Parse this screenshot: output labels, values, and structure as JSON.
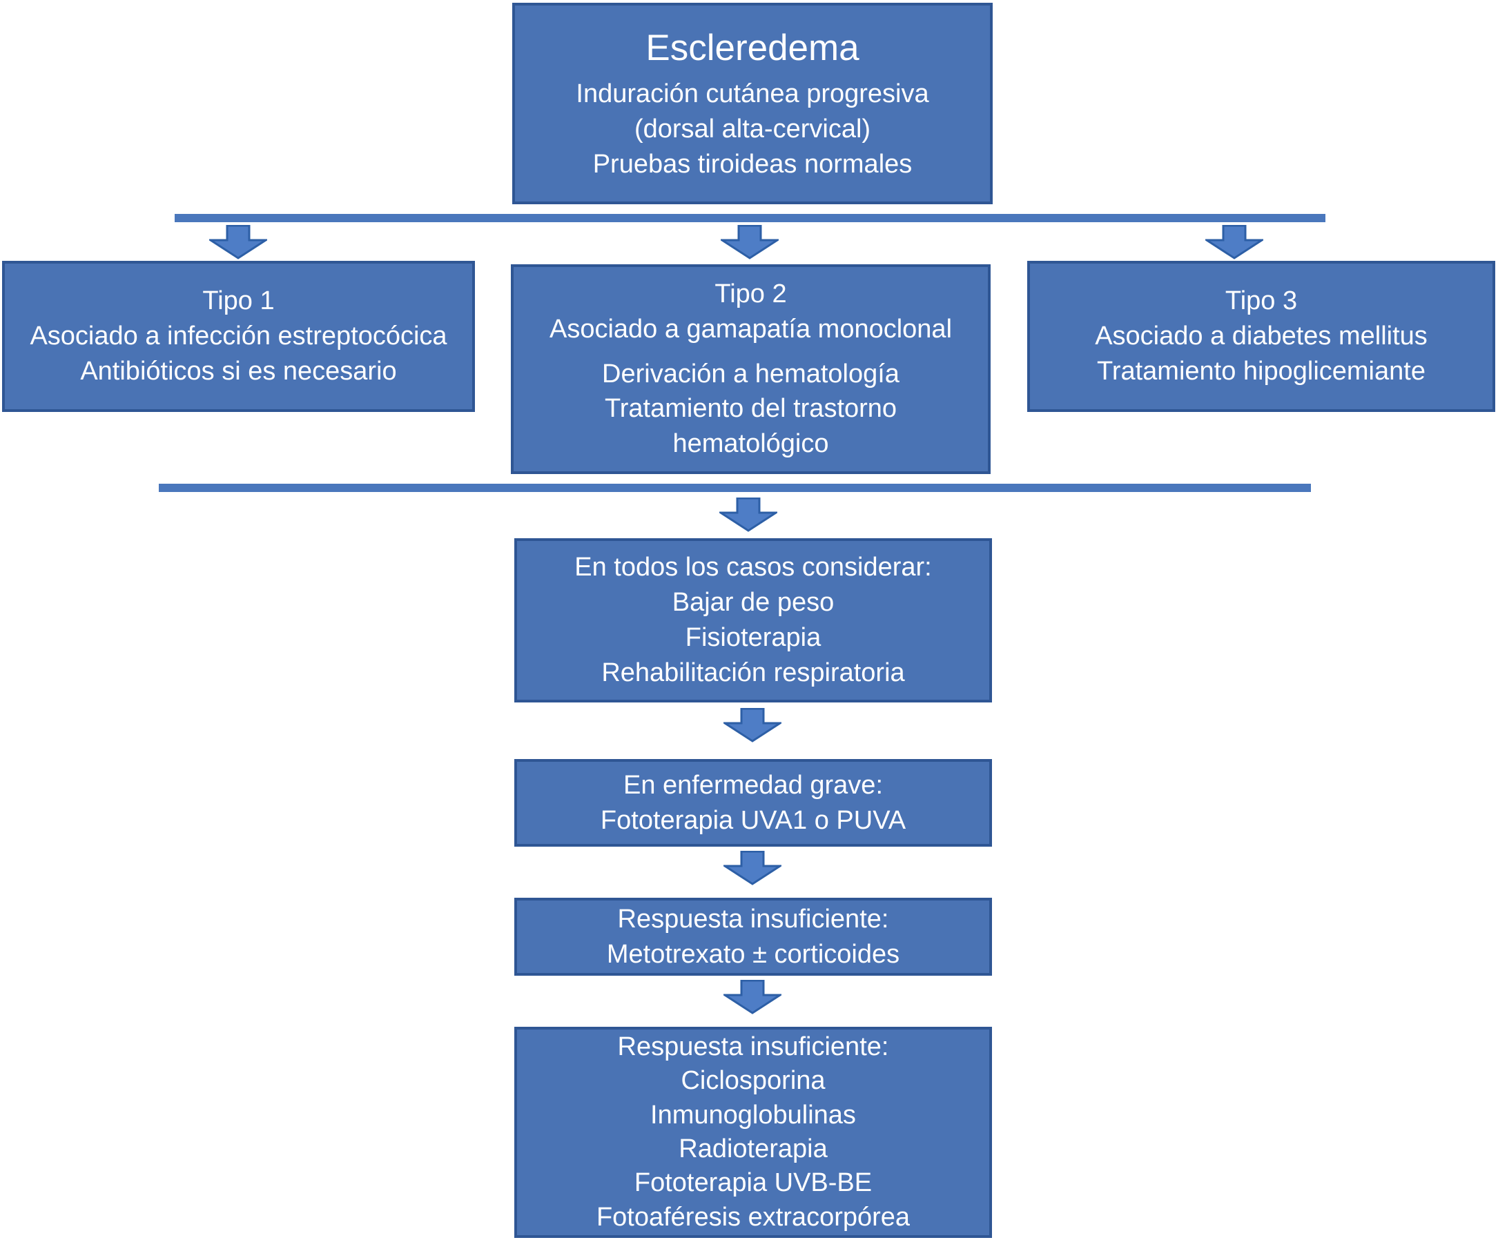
{
  "colors": {
    "box_fill": "#4a73b4",
    "box_border": "#2f5694",
    "bar_fill": "#4a77bc",
    "arrow_fill": "#4e7dc6",
    "arrow_border": "#2d5fa6",
    "text": "#ffffff",
    "background": "#ffffff"
  },
  "nodes": {
    "root": {
      "title": "Escleredema",
      "lines": [
        "Induración cutánea progresiva",
        "(dorsal alta-cervical)",
        "Pruebas tiroideas normales"
      ]
    },
    "tipo1": {
      "lines": [
        "Tipo 1",
        "Asociado a infección estreptocócica",
        "Antibióticos si es necesario"
      ]
    },
    "tipo2": {
      "lines": [
        "Tipo 2",
        "Asociado a gamapatía monoclonal"
      ],
      "lines2": [
        "Derivación a hematología",
        "Tratamiento del trastorno",
        "hematológico"
      ]
    },
    "tipo3": {
      "lines": [
        "Tipo 3",
        "Asociado a diabetes mellitus",
        "Tratamiento hipoglicemiante"
      ]
    },
    "all_cases": {
      "lines": [
        "En todos los casos considerar:",
        "Bajar de peso",
        "Fisioterapia",
        "Rehabilitación respiratoria"
      ]
    },
    "severe": {
      "lines": [
        "En enfermedad grave:",
        "Fototerapia UVA1 o PUVA"
      ]
    },
    "insufficient_first": {
      "lines": [
        "Respuesta insuficiente:",
        "Metotrexato ±  corticoides"
      ]
    },
    "insufficient_second": {
      "lines": [
        "Respuesta insuficiente:",
        "Ciclosporina",
        "Inmunoglobulinas",
        "Radioterapia",
        "Fototerapia UVB-BE",
        "Fotoaféresis extracorpórea"
      ]
    }
  }
}
